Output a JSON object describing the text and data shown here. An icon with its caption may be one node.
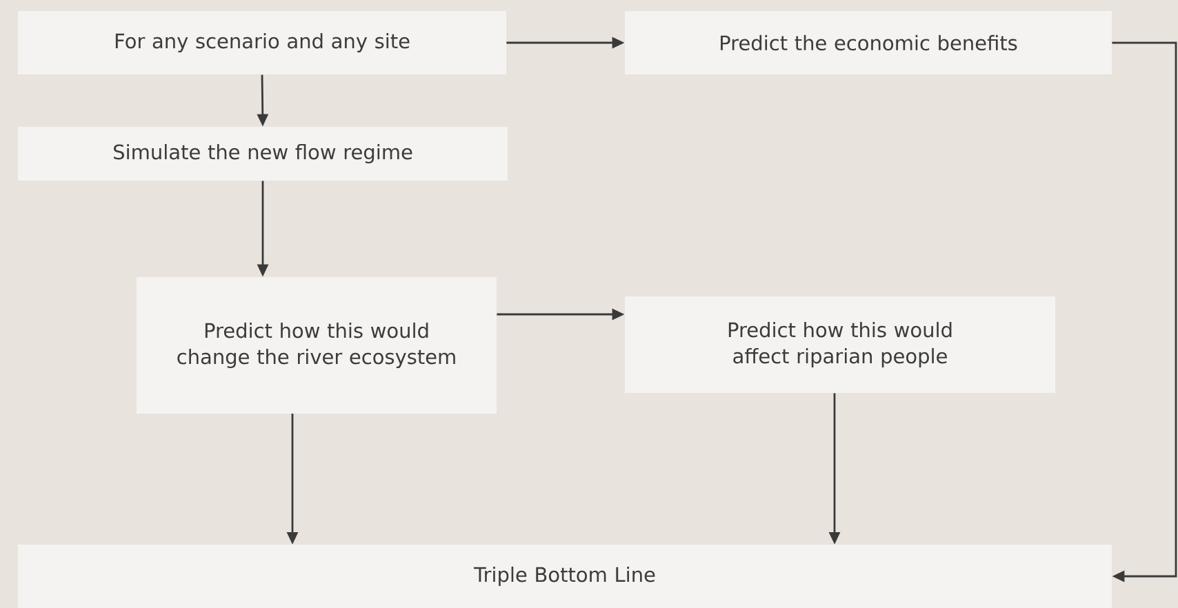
{
  "diagram": {
    "nodes": [
      {
        "text": [
          "For any scenario and any site"
        ]
      },
      {
        "text": [
          "Predict the economic benefits"
        ]
      },
      {
        "text": [
          "Simulate the new flow regime"
        ]
      },
      {
        "text": [
          "Predict how this would change the river ecosystem"
        ]
      },
      {
        "text": [
          "Predict how this would affect riparian people"
        ]
      },
      {
        "text": [
          "Triple Bottom Line"
        ]
      }
    ],
    "edges": [
      {
        "from": 0,
        "to": 1,
        "arrow": "to"
      },
      {
        "from": 0,
        "to": 2,
        "arrow": "to"
      },
      {
        "from": 2,
        "to": 3,
        "arrow": "to"
      },
      {
        "from": 3,
        "to": 4,
        "arrow": "to"
      },
      {
        "from": 3,
        "to": 5,
        "arrow": "to"
      },
      {
        "from": 4,
        "to": 5,
        "arrow": "to"
      },
      {
        "from": 1,
        "to": 5,
        "arrow": "to"
      }
    ]
  }
}
